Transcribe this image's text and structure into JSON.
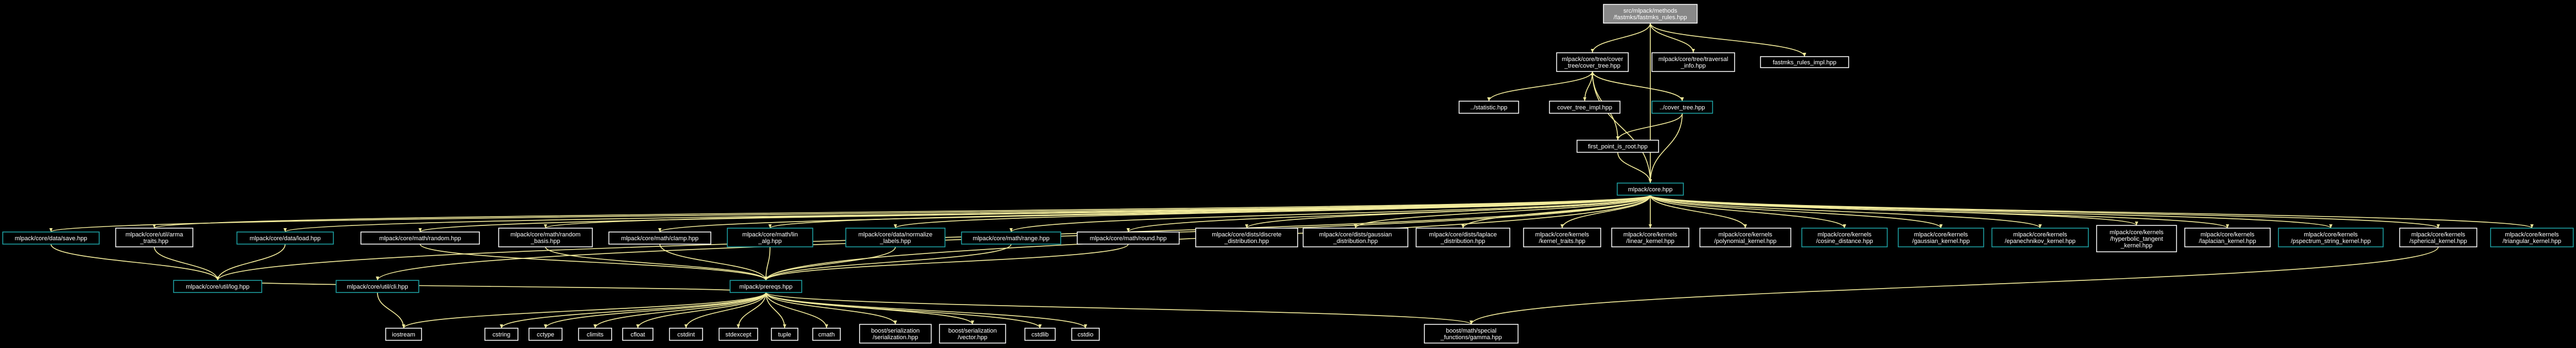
{
  "colors": {
    "background": "#000000",
    "edge": "#f2eb9b",
    "node_border_default": "#ffffff",
    "node_border_teal": "#1fa5a8",
    "node_fill_root": "#888888",
    "node_fill": "#000000",
    "text": "#ffffff"
  },
  "nodes": [
    {
      "id": "root",
      "lines": [
        "src/mlpack/methods",
        "/fastmks/fastmks_rules.hpp"
      ],
      "root": true
    },
    {
      "id": "cover_tree",
      "lines": [
        "mlpack/core/tree/cover",
        "_tree/cover_tree.hpp"
      ]
    },
    {
      "id": "traversal_info",
      "lines": [
        "mlpack/core/tree/traversal",
        "_info.hpp"
      ]
    },
    {
      "id": "fastmks_rules_impl",
      "lines": [
        "fastmks_rules_impl.hpp"
      ]
    },
    {
      "id": "statistic",
      "lines": [
        "../statistic.hpp"
      ]
    },
    {
      "id": "cover_tree_impl",
      "lines": [
        "cover_tree_impl.hpp"
      ]
    },
    {
      "id": "ptr_cover_tree",
      "lines": [
        "../cover_tree.hpp"
      ],
      "teal": true
    },
    {
      "id": "first_point",
      "lines": [
        "first_point_is_root.hpp"
      ]
    },
    {
      "id": "core",
      "lines": [
        "mlpack/core.hpp"
      ],
      "teal": true
    },
    {
      "id": "save",
      "lines": [
        "mlpack/core/data/save.hpp"
      ],
      "teal": true
    },
    {
      "id": "arma_traits",
      "lines": [
        "mlpack/core/util/arma",
        "_traits.hpp"
      ]
    },
    {
      "id": "load",
      "lines": [
        "mlpack/core/data/load.hpp"
      ],
      "teal": true
    },
    {
      "id": "random",
      "lines": [
        "mlpack/core/math/random.hpp"
      ]
    },
    {
      "id": "random_basis",
      "lines": [
        "mlpack/core/math/random",
        "_basis.hpp"
      ]
    },
    {
      "id": "clamp",
      "lines": [
        "mlpack/core/math/clamp.hpp"
      ]
    },
    {
      "id": "lin_alg",
      "lines": [
        "mlpack/core/math/lin",
        "_alg.hpp"
      ],
      "teal": true
    },
    {
      "id": "normalize_labels",
      "lines": [
        "mlpack/core/data/normalize",
        "_labels.hpp"
      ],
      "teal": true
    },
    {
      "id": "range",
      "lines": [
        "mlpack/core/math/range.hpp"
      ],
      "teal": true
    },
    {
      "id": "round",
      "lines": [
        "mlpack/core/math/round.hpp"
      ]
    },
    {
      "id": "discrete",
      "lines": [
        "mlpack/core/dists/discrete",
        "_distribution.hpp"
      ]
    },
    {
      "id": "gaussian_dist",
      "lines": [
        "mlpack/core/dists/gaussian",
        "_distribution.hpp"
      ]
    },
    {
      "id": "laplace_dist",
      "lines": [
        "mlpack/core/dists/laplace",
        "_distribution.hpp"
      ]
    },
    {
      "id": "kernel_traits",
      "lines": [
        "mlpack/core/kernels",
        "/kernel_traits.hpp"
      ]
    },
    {
      "id": "linear_kernel",
      "lines": [
        "mlpack/core/kernels",
        "/linear_kernel.hpp"
      ]
    },
    {
      "id": "polynomial_kernel",
      "lines": [
        "mlpack/core/kernels",
        "/polynomial_kernel.hpp"
      ]
    },
    {
      "id": "cosine_distance",
      "lines": [
        "mlpack/core/kernels",
        "/cosine_distance.hpp"
      ],
      "teal": true
    },
    {
      "id": "gaussian_kernel",
      "lines": [
        "mlpack/core/kernels",
        "/gaussian_kernel.hpp"
      ],
      "teal": true
    },
    {
      "id": "epanechnikov",
      "lines": [
        "mlpack/core/kernels",
        "/epanechnikov_kernel.hpp"
      ],
      "teal": true
    },
    {
      "id": "hyperbolic",
      "lines": [
        "mlpack/core/kernels",
        "/hyperbolic_tangent",
        "_kernel.hpp"
      ]
    },
    {
      "id": "laplacian",
      "lines": [
        "mlpack/core/kernels",
        "/laplacian_kernel.hpp"
      ]
    },
    {
      "id": "pspectrum",
      "lines": [
        "mlpack/core/kernels",
        "/pspectrum_string_kernel.hpp"
      ],
      "teal": true
    },
    {
      "id": "spherical",
      "lines": [
        "mlpack/core/kernels",
        "/spherical_kernel.hpp"
      ]
    },
    {
      "id": "triangular",
      "lines": [
        "mlpack/core/kernels",
        "/triangular_kernel.hpp"
      ],
      "teal": true
    },
    {
      "id": "log",
      "lines": [
        "mlpack/core/util/log.hpp"
      ],
      "teal": true
    },
    {
      "id": "sfinae",
      "lines": [
        "mlpack/core/util/cli.hpp"
      ],
      "teal": true
    },
    {
      "id": "prereqs",
      "lines": [
        "mlpack/prereqs.hpp"
      ],
      "teal": true
    },
    {
      "id": "iostream",
      "lines": [
        "iostream"
      ]
    },
    {
      "id": "cstring",
      "lines": [
        "cstring"
      ]
    },
    {
      "id": "cctype",
      "lines": [
        "cctype"
      ]
    },
    {
      "id": "climits",
      "lines": [
        "climits"
      ]
    },
    {
      "id": "cfloat",
      "lines": [
        "cfloat"
      ]
    },
    {
      "id": "cmath_cstdint",
      "lines": [
        "cstdint"
      ]
    },
    {
      "id": "stdexcept",
      "lines": [
        "stdexcept"
      ]
    },
    {
      "id": "tuple",
      "lines": [
        "tuple"
      ]
    },
    {
      "id": "cmath",
      "lines": [
        "cmath"
      ]
    },
    {
      "id": "serialization",
      "lines": [
        "boost/serialization",
        "/serialization.hpp"
      ]
    },
    {
      "id": "ser_vector",
      "lines": [
        "boost/serialization",
        "/vector.hpp"
      ]
    },
    {
      "id": "cstdlib",
      "lines": [
        "cstdlib"
      ]
    },
    {
      "id": "cstdio",
      "lines": [
        "cstdio"
      ]
    },
    {
      "id": "gamma",
      "lines": [
        "boost/math/special",
        "_functions/gamma.hpp"
      ]
    }
  ],
  "edges": [
    [
      "root",
      "cover_tree"
    ],
    [
      "root",
      "traversal_info"
    ],
    [
      "root",
      "fastmks_rules_impl"
    ],
    [
      "root",
      "core"
    ],
    [
      "cover_tree",
      "statistic"
    ],
    [
      "cover_tree",
      "cover_tree_impl"
    ],
    [
      "cover_tree",
      "ptr_cover_tree"
    ],
    [
      "cover_tree",
      "first_point"
    ],
    [
      "cover_tree",
      "core"
    ],
    [
      "ptr_cover_tree",
      "cover_tree"
    ],
    [
      "ptr_cover_tree",
      "first_point"
    ],
    [
      "ptr_cover_tree",
      "core"
    ],
    [
      "first_point",
      "core"
    ],
    [
      "core",
      "save"
    ],
    [
      "core",
      "arma_traits"
    ],
    [
      "core",
      "load"
    ],
    [
      "core",
      "random"
    ],
    [
      "core",
      "random_basis"
    ],
    [
      "core",
      "clamp"
    ],
    [
      "core",
      "lin_alg"
    ],
    [
      "core",
      "normalize_labels"
    ],
    [
      "core",
      "range"
    ],
    [
      "core",
      "round"
    ],
    [
      "core",
      "discrete"
    ],
    [
      "core",
      "gaussian_dist"
    ],
    [
      "core",
      "laplace_dist"
    ],
    [
      "core",
      "kernel_traits"
    ],
    [
      "core",
      "linear_kernel"
    ],
    [
      "core",
      "polynomial_kernel"
    ],
    [
      "core",
      "cosine_distance"
    ],
    [
      "core",
      "gaussian_kernel"
    ],
    [
      "core",
      "epanechnikov"
    ],
    [
      "core",
      "hyperbolic"
    ],
    [
      "core",
      "laplacian"
    ],
    [
      "core",
      "pspectrum"
    ],
    [
      "core",
      "spherical"
    ],
    [
      "core",
      "triangular"
    ],
    [
      "core",
      "log"
    ],
    [
      "core",
      "sfinae"
    ],
    [
      "core",
      "prereqs"
    ],
    [
      "save",
      "log"
    ],
    [
      "arma_traits",
      "log"
    ],
    [
      "load",
      "log"
    ],
    [
      "lin_alg",
      "prereqs"
    ],
    [
      "normalize_labels",
      "prereqs"
    ],
    [
      "random",
      "prereqs"
    ],
    [
      "random_basis",
      "prereqs"
    ],
    [
      "clamp",
      "prereqs"
    ],
    [
      "range",
      "prereqs"
    ],
    [
      "round",
      "prereqs"
    ],
    [
      "log",
      "prereqs"
    ],
    [
      "sfinae",
      "iostream"
    ],
    [
      "prereqs",
      "iostream"
    ],
    [
      "prereqs",
      "cstring"
    ],
    [
      "prereqs",
      "cctype"
    ],
    [
      "prereqs",
      "climits"
    ],
    [
      "prereqs",
      "cfloat"
    ],
    [
      "prereqs",
      "cmath_cstdint"
    ],
    [
      "prereqs",
      "stdexcept"
    ],
    [
      "prereqs",
      "tuple"
    ],
    [
      "prereqs",
      "cmath"
    ],
    [
      "prereqs",
      "serialization"
    ],
    [
      "prereqs",
      "ser_vector"
    ],
    [
      "prereqs",
      "cstdlib"
    ],
    [
      "prereqs",
      "cstdio"
    ],
    [
      "prereqs",
      "gamma"
    ],
    [
      "spherical",
      "gamma"
    ]
  ]
}
